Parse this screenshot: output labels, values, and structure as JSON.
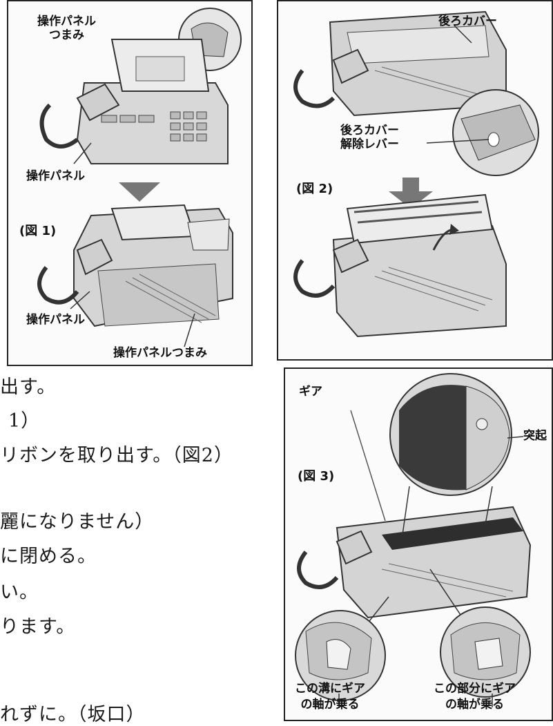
{
  "figure1": {
    "label_top": "操作パネル\nつまみ",
    "label_mid": "操作パネル",
    "fig_label": "(図 1)",
    "label_bottom_left": "操作パネル",
    "label_bottom_right": "操作パネルつまみ"
  },
  "figure2": {
    "label_top": "後ろカバー",
    "label_lever": "後ろカバー\n解除レバー",
    "fig_label": "(図 2)"
  },
  "figure3": {
    "label_gear": "ギア",
    "label_protrusion": "突起",
    "fig_label": "(図 3)",
    "caption_left": "この溝にギア\nの軸が乗る",
    "caption_right": "この部分にギア\nの軸が乗る"
  },
  "body_text": [
    "出す。",
    "1）",
    "リボンを取り出す。（図2）",
    "麗になりません）",
    "に閉める。",
    "い。",
    "ります。",
    "れずに。（坂口）"
  ]
}
